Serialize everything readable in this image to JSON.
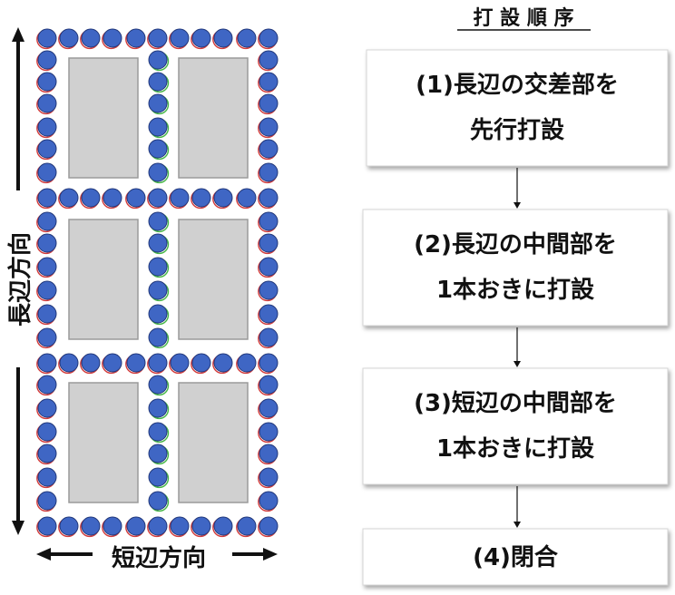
{
  "title": "打 設 順 序",
  "axis_labels": {
    "vertical": "長辺方向",
    "horizontal": "短辺方向"
  },
  "steps": [
    {
      "line1": "(1)長辺の交差部を",
      "line2": "先行打設"
    },
    {
      "line1": "(2)長辺の中間部を",
      "line2": "1本おきに打設"
    },
    {
      "line1": "(3)短辺の中間部を",
      "line2": "1本おきに打設"
    },
    {
      "line1": "(4)閉合",
      "line2": ""
    }
  ],
  "colors": {
    "pile_fill": "#3f66c4",
    "pile_stroke": "#22387a",
    "pile_accent_red": "#d23c3c",
    "pile_accent_green": "#45b545",
    "panel_fill": "#d0d0d0",
    "panel_stroke": "#9a9a9a",
    "arrow": "#111111"
  }
}
